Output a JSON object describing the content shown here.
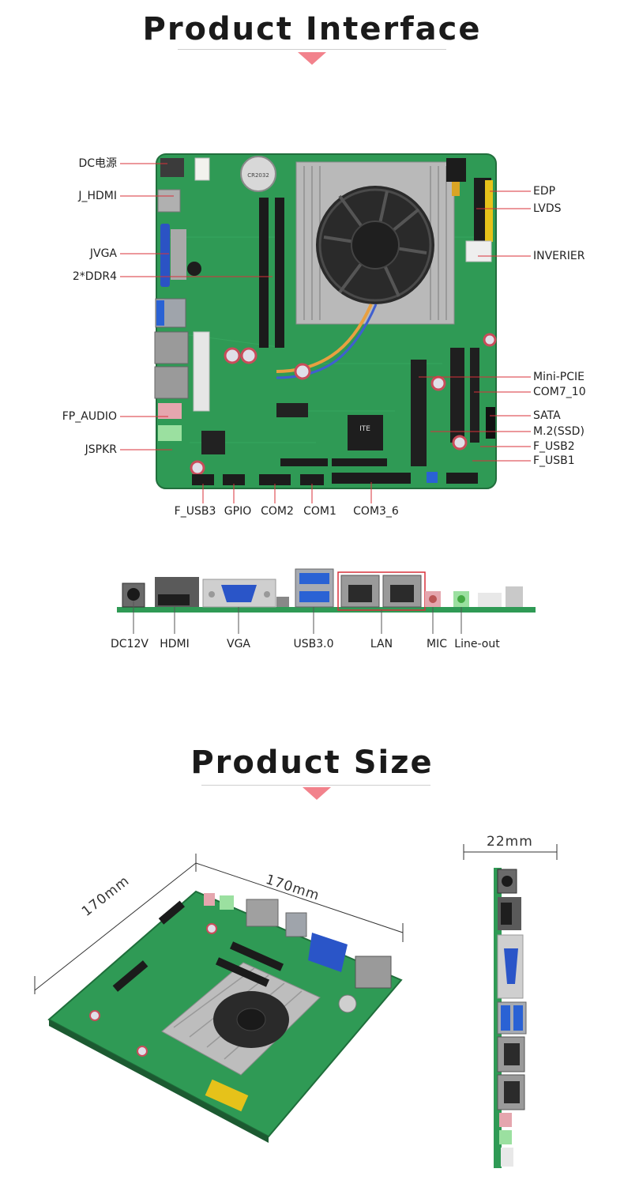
{
  "section1": {
    "title": "Product Interface"
  },
  "section2": {
    "title": "Product Size"
  },
  "board_labels_left": [
    "DC电源",
    "J_HDMI",
    "JVGA",
    "2*DDR4",
    "FP_AUDIO",
    "JSPKR"
  ],
  "board_labels_right": [
    "EDP",
    "LVDS",
    "INVERIER",
    "Mini-PCIE",
    "COM7_10",
    "SATA",
    "M.2(SSD)",
    "F_USB2",
    "F_USB1"
  ],
  "board_labels_bottom": [
    "F_USB3",
    "GPIO",
    "COM2",
    "COM1",
    "COM3_6"
  ],
  "io_labels": [
    "DC12V",
    "HDMI",
    "VGA",
    "USB3.0",
    "LAN",
    "MIC",
    "Line-out"
  ],
  "dimensions": {
    "length": "170mm",
    "width": "170mm",
    "height": "22mm"
  },
  "colors": {
    "accent": "#f2828c",
    "pcb": "#2f9a55",
    "heatsink": "#b9b9b9",
    "leader": "#d9303a"
  }
}
